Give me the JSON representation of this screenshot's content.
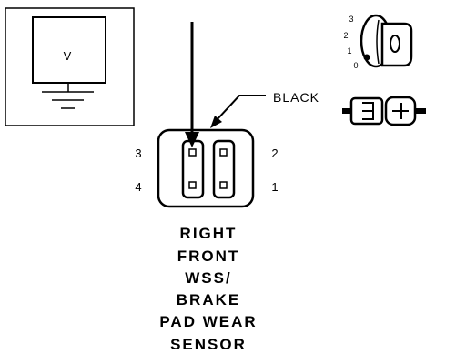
{
  "meter": {
    "symbol": "V"
  },
  "connector": {
    "wire_color_label": "BLACK",
    "pins": [
      "3",
      "2",
      "4",
      "1"
    ]
  },
  "ignition_key": {
    "positions": [
      "3",
      "2",
      "1",
      "0"
    ]
  },
  "sensor_title": {
    "lines": [
      "RIGHT",
      "FRONT",
      "WSS/",
      "BRAKE",
      "PAD WEAR",
      "SENSOR"
    ]
  },
  "colors": {
    "ink": "#000000",
    "paper": "#ffffff"
  }
}
